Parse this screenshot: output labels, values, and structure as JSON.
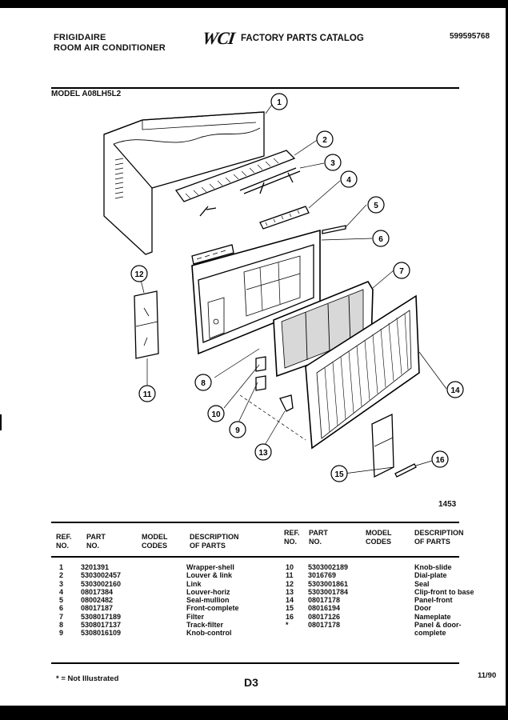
{
  "header": {
    "brand": "FRIGIDAIRE",
    "product": "ROOM AIR CONDITIONER",
    "logo": "WCI",
    "catalog_title": "FACTORY PARTS CATALOG",
    "catalog_number": "599595768"
  },
  "model_label": "MODEL A08LH5L2",
  "figure_number": "1453",
  "callouts": [
    "1",
    "2",
    "3",
    "4",
    "5",
    "6",
    "7",
    "8",
    "9",
    "10",
    "11",
    "12",
    "13",
    "14",
    "15",
    "16"
  ],
  "table": {
    "left_headers": {
      "ref": "REF.",
      "ref2": "NO.",
      "part": "PART",
      "part2": "NO.",
      "model": "MODEL",
      "model2": "CODES",
      "desc": "DESCRIPTION",
      "desc2": "OF PARTS"
    },
    "right_headers": {
      "ref": "REF.",
      "ref2": "NO.",
      "part": "PART",
      "part2": "NO.",
      "model": "MODEL",
      "model2": "CODES",
      "desc": "DESCRIPTION",
      "desc2": "OF PARTS"
    },
    "left_rows": [
      {
        "ref": "1",
        "part": "3201391",
        "desc": "Wrapper-shell"
      },
      {
        "ref": "2",
        "part": "5303002457",
        "desc": "Louver & link"
      },
      {
        "ref": "3",
        "part": "5303002160",
        "desc": "Link"
      },
      {
        "ref": "4",
        "part": "08017384",
        "desc": "Louver-horiz"
      },
      {
        "ref": "5",
        "part": "08002482",
        "desc": "Seal-mullion"
      },
      {
        "ref": "6",
        "part": "08017187",
        "desc": "Front-complete"
      },
      {
        "ref": "7",
        "part": "5308017189",
        "desc": "Filter"
      },
      {
        "ref": "8",
        "part": "5308017137",
        "desc": "Track-filter"
      },
      {
        "ref": "9",
        "part": "5308016109",
        "desc": "Knob-control"
      }
    ],
    "right_rows": [
      {
        "ref": "10",
        "part": "5303002189",
        "desc": "Knob-slide"
      },
      {
        "ref": "11",
        "part": "3016769",
        "desc": "Dial-plate"
      },
      {
        "ref": "12",
        "part": "5303001861",
        "desc": "Seal"
      },
      {
        "ref": "13",
        "part": "5303001784",
        "desc": "Clip-front to base"
      },
      {
        "ref": "14",
        "part": "08017178",
        "desc": "Panel-front"
      },
      {
        "ref": "15",
        "part": "08016194",
        "desc": "Door"
      },
      {
        "ref": "16",
        "part": "08017126",
        "desc": "Nameplate"
      },
      {
        "ref": "*",
        "part": "08017178",
        "desc": "Panel & door-"
      },
      {
        "ref": "",
        "part": "",
        "desc": "complete"
      }
    ]
  },
  "footer": {
    "note": "* = Not Illustrated",
    "page": "D3",
    "date": "11/90"
  }
}
